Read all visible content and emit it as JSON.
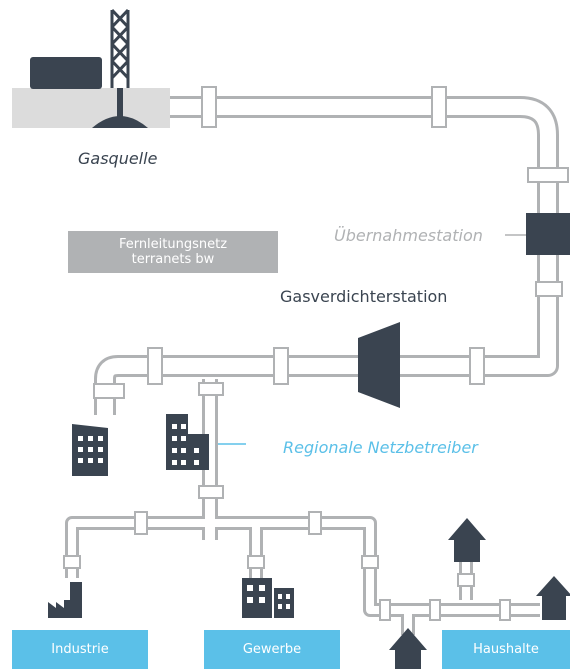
{
  "diagram": {
    "labels": {
      "gas_source": "Gasquelle",
      "transfer_station": "Übernahmestation",
      "compressor_station": "Gasverdichterstation",
      "regional_operators": "Regionale Netzbetreiber"
    },
    "transmission_network": {
      "line1": "Fernleitungsnetz",
      "line2": "terranets bw"
    },
    "consumers": {
      "industry": "Industrie",
      "commerce": "Gewerbe",
      "households": "Haushalte"
    },
    "colors": {
      "pipe_fill": "#ffffff",
      "pipe_stroke": "#b0b2b4",
      "dark": "#3a4450",
      "ground": "#dcdcdc",
      "network_box": "#b0b2b4",
      "accent_blue": "#5bc0e8",
      "muted_text": "#b0b2b4"
    }
  }
}
